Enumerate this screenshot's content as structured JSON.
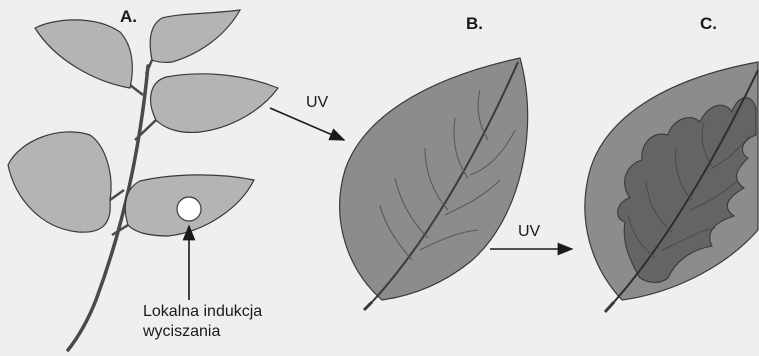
{
  "labels": {
    "a": "A.",
    "b": "B.",
    "c": "C."
  },
  "arrows": {
    "first": "UV",
    "second": "UV"
  },
  "annotation": {
    "line1": "Lokalna indukcja",
    "line2": "wyciszania"
  },
  "colors": {
    "background": "#efefef",
    "light_leaf": "#b4b4b4",
    "mid_leaf": "#8c8c8c",
    "dark_pattern": "#646464",
    "outline": "#3a3a3a",
    "stem": "#4a4a4a"
  }
}
